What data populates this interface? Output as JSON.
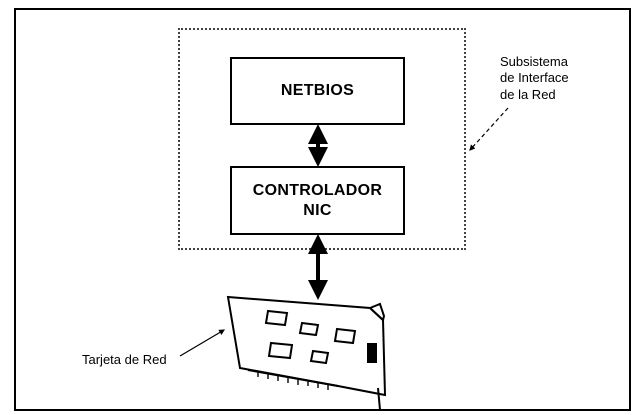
{
  "diagram": {
    "nodes": {
      "netbios": "NETBIOS",
      "controller": "CONTROLADOR\nNIC"
    },
    "labels": {
      "subsystem": "Subsistema\nde Interface\nde la Red",
      "card": "Tarjeta de Red"
    },
    "icons": {
      "network_card": "network-card-icon"
    }
  }
}
